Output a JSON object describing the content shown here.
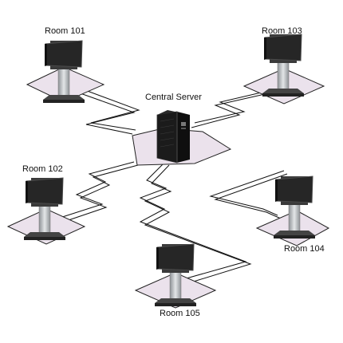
{
  "labels": {
    "server": "Central Server",
    "room_101": "Room 101",
    "room_102": "Room 102",
    "room_103": "Room 103",
    "room_104": "Room 104",
    "room_105": "Room 105"
  },
  "colors": {
    "pad_fill": "#ebe2ec",
    "line": "#111111",
    "screen": "#262626",
    "screen_edge": "#444444",
    "pole": "#b4b8bc",
    "base": "#333333",
    "server_body": "#1b1b1b"
  },
  "icons": {
    "room_device": "tv-on-stand-icon",
    "server": "tower-server-icon"
  }
}
